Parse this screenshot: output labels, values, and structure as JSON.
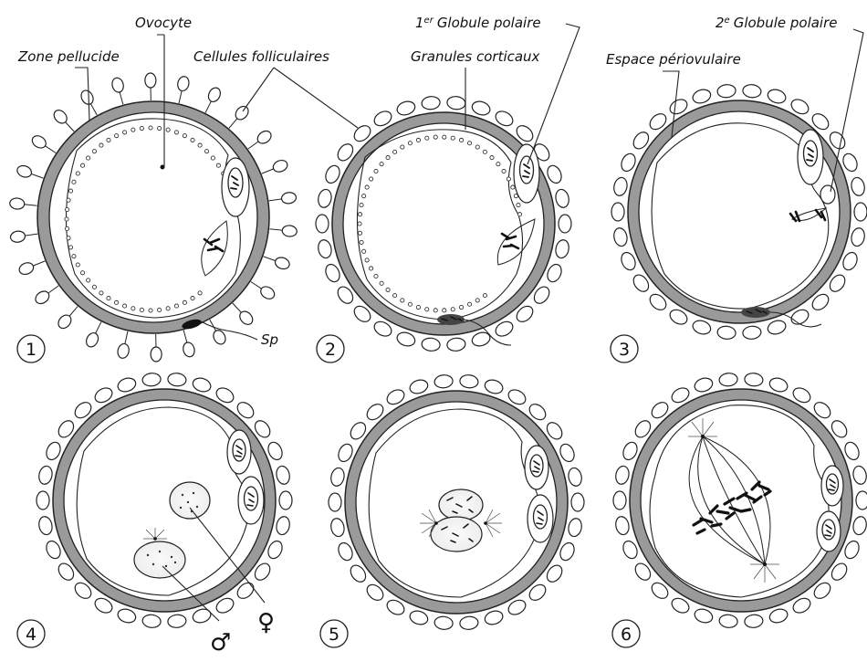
{
  "labels": {
    "ovocyte": "Ovocyte",
    "zone_pellucide": "Zone pellucide",
    "cellules_folliculaires": "Cellules folliculaires",
    "globule_1_prefix": "1",
    "globule_1_sup": "er",
    "globule_1_text": "Globule polaire",
    "granules_corticaux": "Granules corticaux",
    "globule_2_prefix": "2",
    "globule_2_sup": "e",
    "globule_2_text": "Globule polaire",
    "espace_periovulaire": "Espace périovulaire",
    "sp": "Sp"
  },
  "stage_numbers": [
    "1",
    "2",
    "3",
    "4",
    "5",
    "6"
  ],
  "symbols": {
    "male": "♂",
    "female": "♀"
  }
}
